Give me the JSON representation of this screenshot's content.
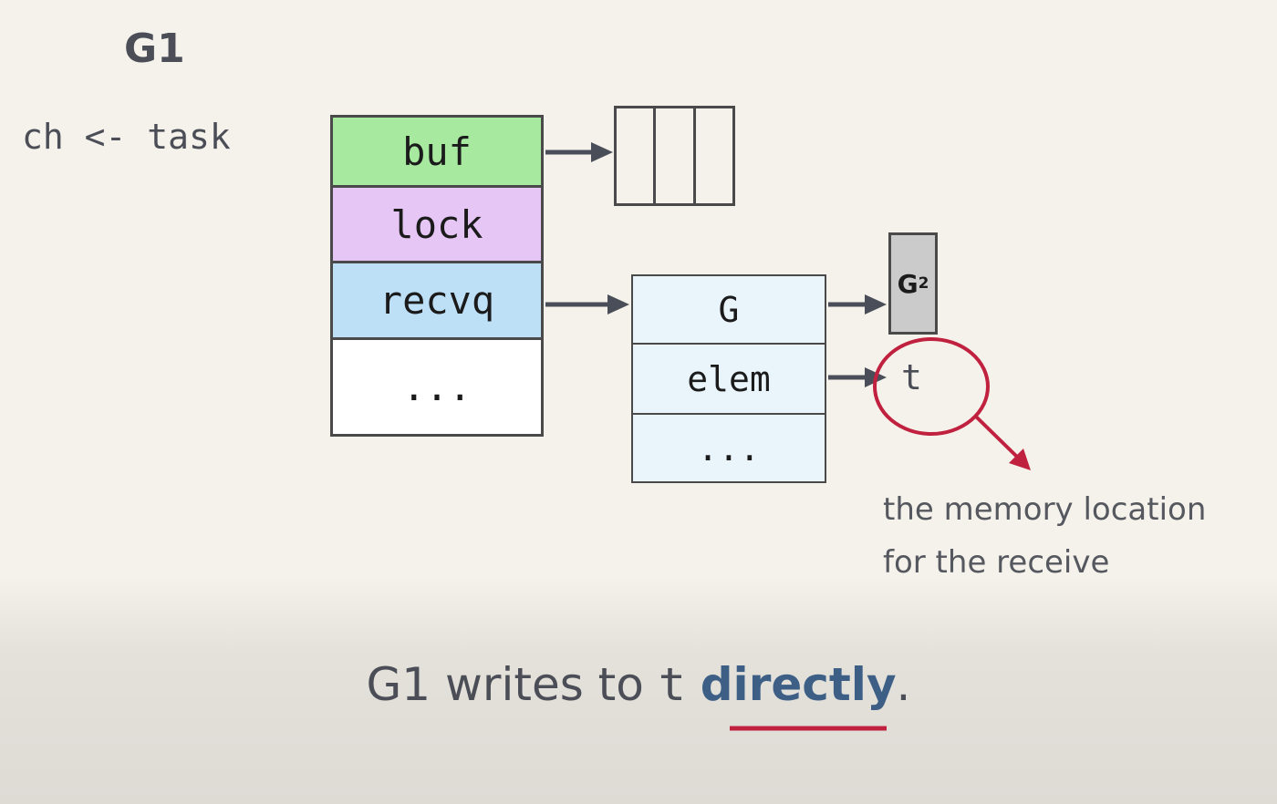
{
  "title": "G1",
  "code_line": "ch <- task",
  "hchan": {
    "fields": [
      "buf",
      "lock",
      "recvq",
      "..."
    ]
  },
  "buffer": {
    "slots": 3
  },
  "sudog": {
    "fields": [
      "G",
      "elem",
      "..."
    ]
  },
  "g2": {
    "label": "G",
    "sub": "2"
  },
  "target_var": "t",
  "note": {
    "line1": "the memory location",
    "line2": "for the receive"
  },
  "caption": {
    "prefix": "G1 writes to ",
    "code": "t",
    "emphasis": "directly",
    "suffix": "."
  },
  "colors": {
    "buf": "#a7ea9f",
    "lock": "#e6c6f5",
    "recvq": "#bee0f7",
    "sudog": "#e9f5fb",
    "highlight": "#c0213f",
    "emphasis": "#3d5f86"
  }
}
